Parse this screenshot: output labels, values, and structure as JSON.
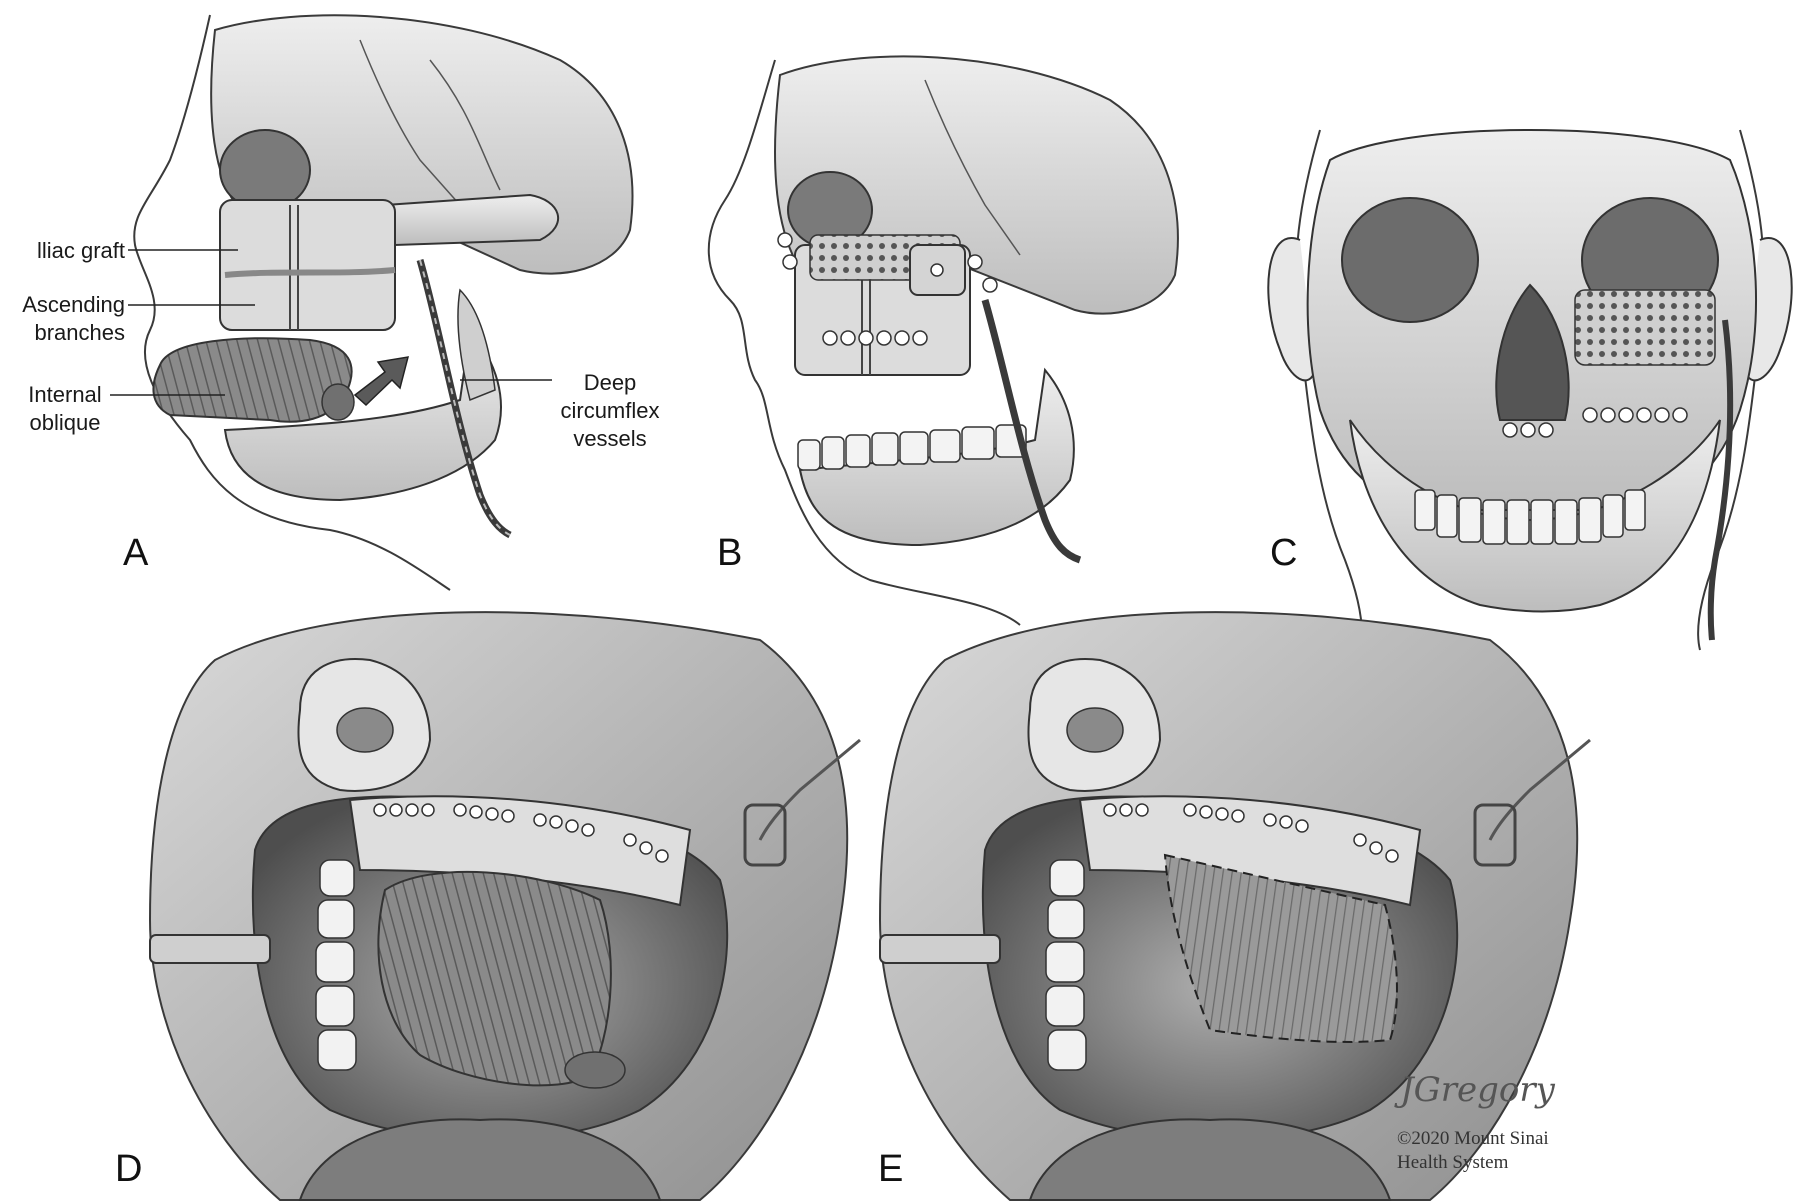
{
  "panels": {
    "a": {
      "letter": "A"
    },
    "b": {
      "letter": "B"
    },
    "c": {
      "letter": "C"
    },
    "d": {
      "letter": "D"
    },
    "e": {
      "letter": "E"
    }
  },
  "labels": {
    "iliac_graft": "lliac graft",
    "ascending_branches_1": "Ascending",
    "ascending_branches_2": "branches",
    "internal_oblique_1": "Internal",
    "internal_oblique_2": "oblique",
    "deep_circumflex_1": "Deep",
    "deep_circumflex_2": "circumflex",
    "deep_circumflex_3": "vessels"
  },
  "credit": {
    "signature": "JGregory",
    "copyright_line1": "©2020 Mount Sinai",
    "copyright_line2": "Health System"
  },
  "colors": {
    "bone": "#e6e6e6",
    "bone_shadow": "#b9b9b9",
    "outline": "#3a3a3a",
    "muscle": "#7a7a7a",
    "cavity": "#5a5a5a",
    "tissue": "#9a9a9a"
  }
}
